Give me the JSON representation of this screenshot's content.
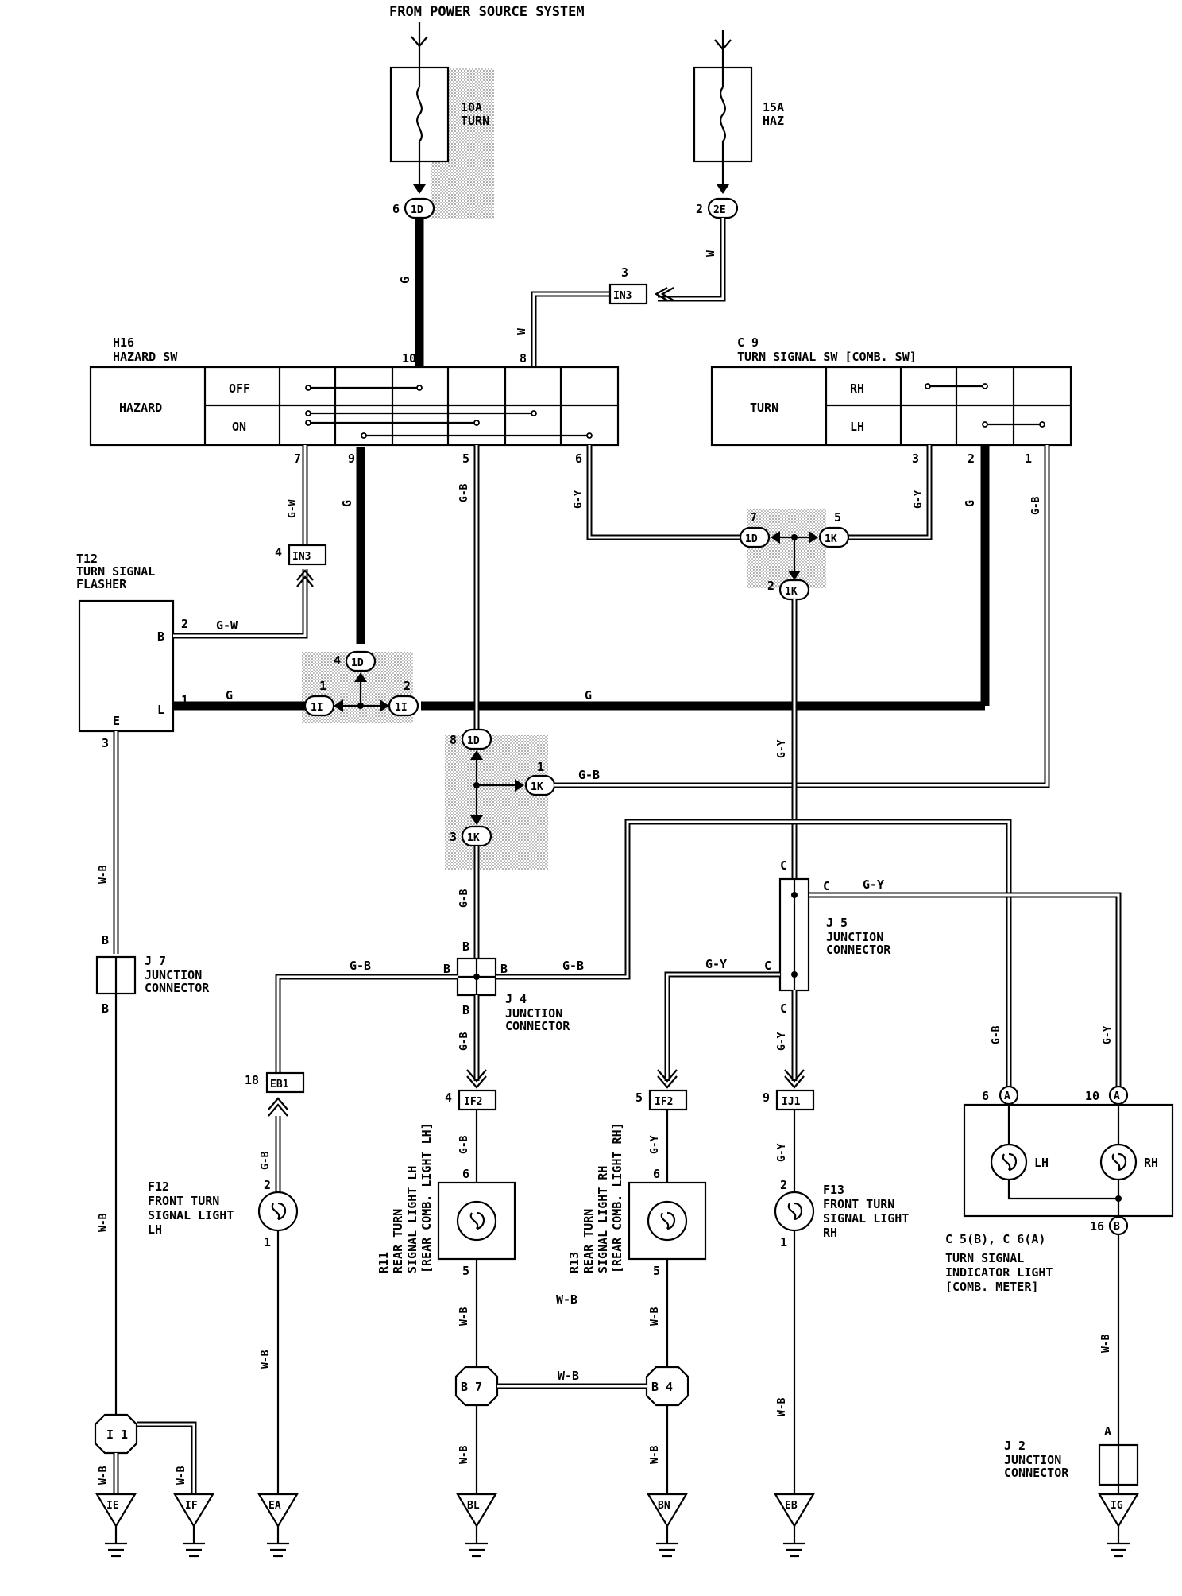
{
  "header": {
    "source": "FROM POWER SOURCE SYSTEM"
  },
  "fuses": {
    "turn": {
      "rating": "10A",
      "name": "TURN",
      "pin": "6",
      "conn": "1D"
    },
    "haz": {
      "rating": "15A",
      "name": "HAZ",
      "pin": "2",
      "conn": "2E"
    }
  },
  "in3_top": {
    "pin": "3",
    "conn": "IN3"
  },
  "h16": {
    "code": "H16",
    "name": "HAZARD SW",
    "label": "HAZARD",
    "off": "OFF",
    "on": "ON",
    "pins": {
      "p10": "10",
      "p8": "8",
      "p7": "7",
      "p9": "9",
      "p5": "5",
      "p6": "6"
    }
  },
  "c9": {
    "code": "C 9",
    "name": "TURN SIGNAL SW [COMB. SW]",
    "label": "TURN",
    "rh": "RH",
    "lh": "LH",
    "pins": {
      "p3": "3",
      "p2": "2",
      "p1": "1"
    }
  },
  "t12": {
    "code": "T12",
    "name1": "TURN SIGNAL",
    "name2": "FLASHER",
    "b": "B",
    "l": "L",
    "e": "E",
    "pin2": "2",
    "pin1": "1",
    "pin3": "3"
  },
  "wires": {
    "g": "G",
    "w": "W",
    "gw": "G-W",
    "gb": "G-B",
    "gy": "G-Y",
    "wb": "W-B",
    "b": "B",
    "c": "C"
  },
  "conns": {
    "in3_4": {
      "pin": "4",
      "conn": "IN3"
    },
    "d1_7": {
      "pin": "7",
      "conn": "1D"
    },
    "k1_5": {
      "pin": "5",
      "conn": "1K"
    },
    "k1_2": {
      "pin": "2",
      "conn": "1K"
    },
    "d1_4": {
      "pin": "4",
      "conn": "1D"
    },
    "i1_1": {
      "pin": "1",
      "conn": "1I"
    },
    "i1_2": {
      "pin": "2",
      "conn": "1I"
    },
    "d1_8": {
      "pin": "8",
      "conn": "1D"
    },
    "k1_1": {
      "pin": "1",
      "conn": "1K"
    },
    "k1_3": {
      "pin": "3",
      "conn": "1K"
    },
    "eb1": {
      "pin": "18",
      "conn": "EB1"
    },
    "if2_4": {
      "pin": "4",
      "conn": "IF2"
    },
    "if2_5": {
      "pin": "5",
      "conn": "IF2"
    },
    "ij1": {
      "pin": "9",
      "conn": "IJ1"
    },
    "a6": {
      "pin": "6",
      "conn": "A"
    },
    "a10": {
      "pin": "10",
      "conn": "A"
    },
    "b16": {
      "pin": "16",
      "conn": "B"
    }
  },
  "j7": {
    "code": "J 7",
    "name1": "JUNCTION",
    "name2": "CONNECTOR"
  },
  "j4": {
    "code": "J 4",
    "name1": "JUNCTION",
    "name2": "CONNECTOR"
  },
  "j5": {
    "code": "J 5",
    "name1": "JUNCTION",
    "name2": "CONNECTOR"
  },
  "j2": {
    "code": "J 2",
    "name1": "JUNCTION",
    "name2": "CONNECTOR",
    "a": "A"
  },
  "f12": {
    "code": "F12",
    "name1": "FRONT TURN",
    "name2": "SIGNAL LIGHT",
    "name3": "LH",
    "pin2": "2",
    "pin1": "1"
  },
  "f13": {
    "code": "F13",
    "name1": "FRONT TURN",
    "name2": "SIGNAL LIGHT",
    "name3": "RH",
    "pin2": "2",
    "pin1": "1"
  },
  "r11": {
    "code": "R11",
    "name1": "REAR TURN",
    "name2": "SIGNAL LIGHT LH",
    "name3": "[REAR COMB. LIGHT LH]",
    "pin6": "6",
    "pin5": "5"
  },
  "r13": {
    "code": "R13",
    "name1": "REAR TURN",
    "name2": "SIGNAL LIGHT RH",
    "name3": "[REAR COMB. LIGHT RH]",
    "pin6": "6",
    "pin5": "5"
  },
  "indicator": {
    "codes": "C 5(B), C 6(A)",
    "name1": "TURN SIGNAL",
    "name2": "INDICATOR LIGHT",
    "name3": "[COMB. METER]",
    "lh": "LH",
    "rh": "RH"
  },
  "splices": {
    "b7": "B 7",
    "b4": "B 4",
    "i1": "I 1"
  },
  "grounds": [
    "IE",
    "IF",
    "EA",
    "BL",
    "BN",
    "EB",
    "IG"
  ]
}
